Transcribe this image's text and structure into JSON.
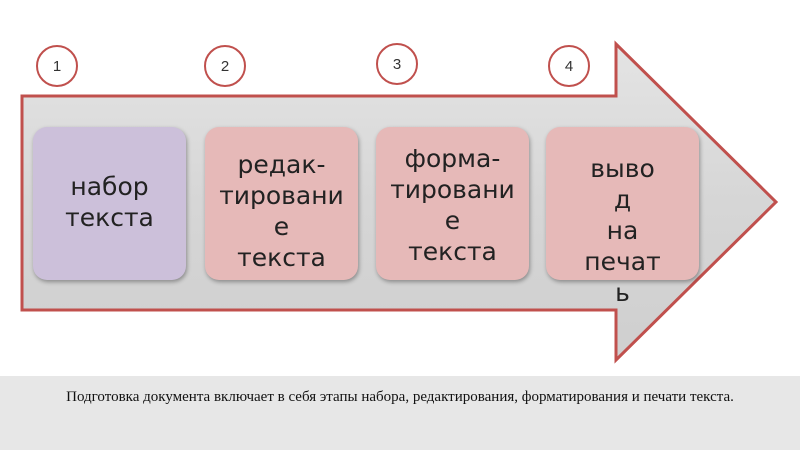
{
  "diagram": {
    "accent_color": "#c0504d",
    "arrow_fill": "#d9d9d9",
    "steps": [
      {
        "number": "1",
        "text": "набор\nтекста",
        "fill": "#ccc0da"
      },
      {
        "number": "2",
        "text": "редак-\nтировани\nе\nтекста",
        "fill": "#e6b9b8"
      },
      {
        "number": "3",
        "text": "форма-\nтировани\nе\nтекста",
        "fill": "#e6b9b8"
      },
      {
        "number": "4",
        "text": "выво\nд\nна\nпечат\nь",
        "fill": "#e6b9b8"
      }
    ]
  },
  "caption": "Подготовка документа включает в себя этапы набора, редактирования, форматирования и печати текста."
}
